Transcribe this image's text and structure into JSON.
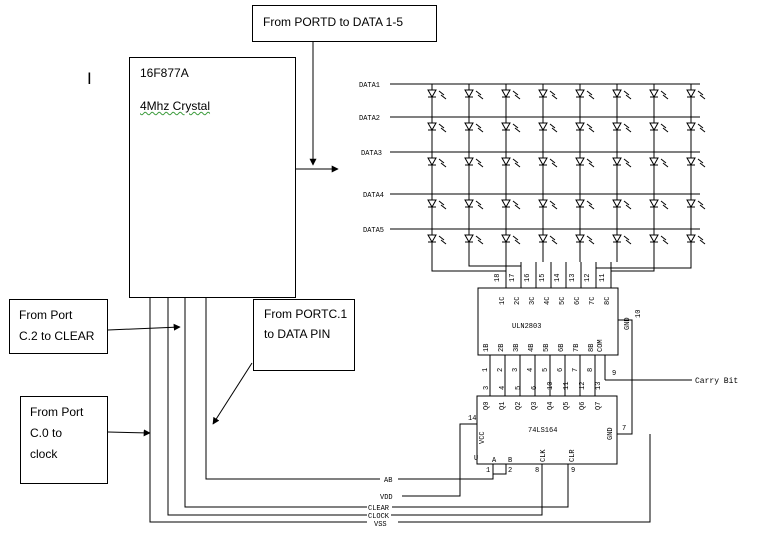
{
  "notes": {
    "portd": "From PORTD to DATA 1-5",
    "mcu_name": "16F877A",
    "crystal": "4Mhz Crystal",
    "portc2_l1": "From Port",
    "portc2_l2": "C.2 to CLEAR",
    "portc1_l1": "From PORTC.1",
    "portc1_l2": "to DATA PIN",
    "portc0_l1": "From Port",
    "portc0_l2": "C.0 to",
    "portc0_l3": "clock"
  },
  "matrix": {
    "rows": 5,
    "cols": 8,
    "row_labels": [
      "DATA1",
      "DATA2",
      "DATA3",
      "DATA4",
      "DATA5"
    ]
  },
  "uln2803": {
    "name": "ULN2803",
    "top_pins": [
      "18",
      "17",
      "16",
      "15",
      "14",
      "13",
      "12",
      "11"
    ],
    "top_labels": [
      "1C",
      "2C",
      "3C",
      "4C",
      "5C",
      "6C",
      "7C",
      "8C"
    ],
    "bottom_pins": [
      "1",
      "2",
      "3",
      "4",
      "5",
      "6",
      "7",
      "8"
    ],
    "bottom_labels": [
      "1B",
      "2B",
      "3B",
      "4B",
      "5B",
      "6B",
      "7B",
      "8B"
    ],
    "com_label": "COM",
    "com_pin": "9",
    "gnd_label": "GND",
    "gnd_pin": "10"
  },
  "ic74": {
    "name": "74LS164",
    "top_pins": [
      "3",
      "4",
      "5",
      "6",
      "10",
      "11",
      "12",
      "13"
    ],
    "q_labels": [
      "Q0",
      "Q1",
      "Q2",
      "Q3",
      "Q4",
      "Q5",
      "Q6",
      "Q7"
    ],
    "vcc_label": "VCC",
    "vcc_pin": "14",
    "gnd_label": "GND",
    "gnd_pin": "7",
    "u_label": "U",
    "a_label": "A",
    "b_label": "B",
    "pin1": "1",
    "pin2": "2",
    "clk_label": "CLK",
    "clk_pin": "8",
    "clr_label": "CLR",
    "clr_pin": "9"
  },
  "nets": {
    "carry": "Carry Bit",
    "ab": "AB",
    "vdd": "VDD",
    "clear": "CLEAR",
    "clock": "CLOCK",
    "vss": "VSS"
  },
  "cursor_mark": "I"
}
